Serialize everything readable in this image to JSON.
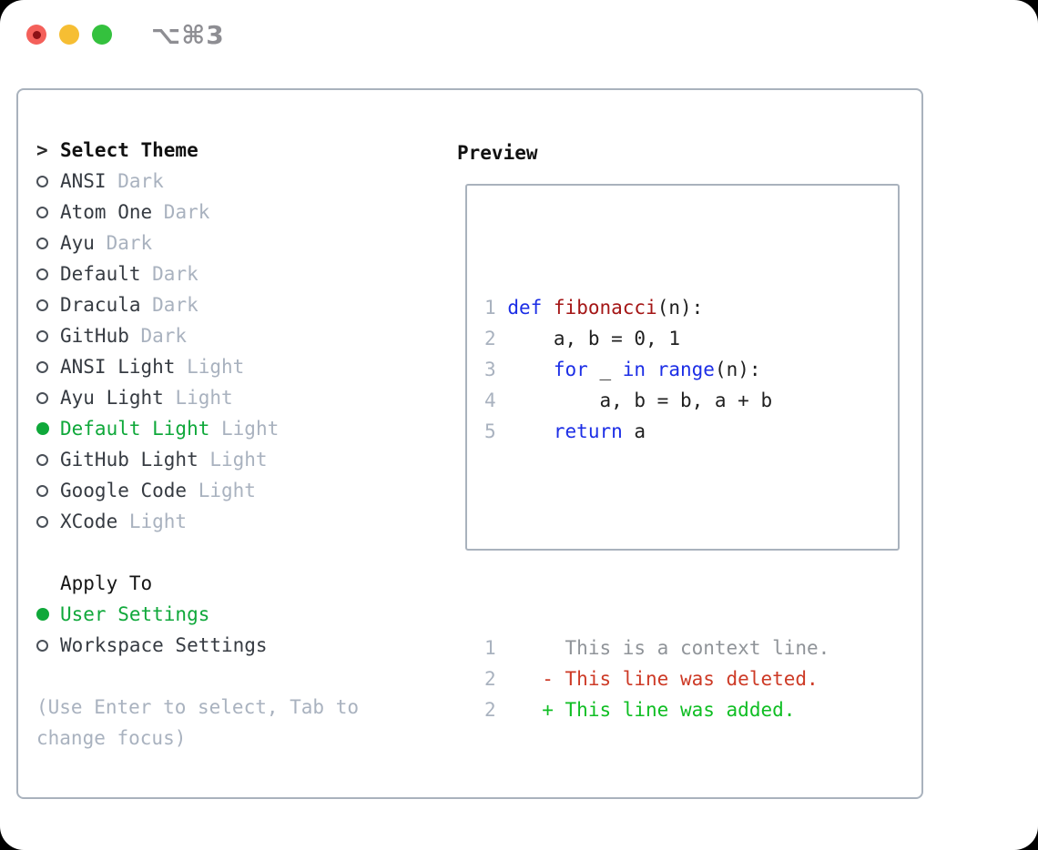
{
  "window": {
    "title": "⌥⌘3"
  },
  "titlebar": {
    "buttons": [
      {
        "name": "close"
      },
      {
        "name": "minimize"
      },
      {
        "name": "zoom"
      }
    ]
  },
  "theme_menu": {
    "header": {
      "marker": ">",
      "label": "Select Theme"
    },
    "items": [
      {
        "label": "ANSI",
        "variant": "Dark",
        "selected": false
      },
      {
        "label": "Atom One",
        "variant": "Dark",
        "selected": false
      },
      {
        "label": "Ayu",
        "variant": "Dark",
        "selected": false
      },
      {
        "label": "Default",
        "variant": "Dark",
        "selected": false
      },
      {
        "label": "Dracula",
        "variant": "Dark",
        "selected": false
      },
      {
        "label": "GitHub",
        "variant": "Dark",
        "selected": false
      },
      {
        "label": "ANSI Light",
        "variant": "Light",
        "selected": false
      },
      {
        "label": "Ayu Light",
        "variant": "Light",
        "selected": false
      },
      {
        "label": "Default Light",
        "variant": "Light",
        "selected": true
      },
      {
        "label": "GitHub Light",
        "variant": "Light",
        "selected": false
      },
      {
        "label": "Google Code",
        "variant": "Light",
        "selected": false
      },
      {
        "label": "XCode",
        "variant": "Light",
        "selected": false
      }
    ]
  },
  "apply_to": {
    "header": "Apply To",
    "options": [
      {
        "label": "User Settings",
        "selected": true
      },
      {
        "label": "Workspace Settings",
        "selected": false
      }
    ]
  },
  "hint": {
    "line1": "(Use Enter to select, Tab to",
    "line2": "change focus)"
  },
  "preview": {
    "heading": "Preview",
    "code_lines": [
      {
        "num": "1",
        "tokens": [
          {
            "c": "kw",
            "t": "def"
          },
          {
            "c": "pl",
            "t": " "
          },
          {
            "c": "fn",
            "t": "fibonacci"
          },
          {
            "c": "pl",
            "t": "(n):"
          }
        ]
      },
      {
        "num": "2",
        "tokens": [
          {
            "c": "pl",
            "t": "    a, b = 0, 1"
          }
        ]
      },
      {
        "num": "3",
        "tokens": [
          {
            "c": "pl",
            "t": "    "
          },
          {
            "c": "kw",
            "t": "for"
          },
          {
            "c": "pl",
            "t": " _ "
          },
          {
            "c": "kw",
            "t": "in"
          },
          {
            "c": "pl",
            "t": " "
          },
          {
            "c": "kw",
            "t": "range"
          },
          {
            "c": "pl",
            "t": "(n):"
          }
        ]
      },
      {
        "num": "4",
        "tokens": [
          {
            "c": "pl",
            "t": "        a, b = b, a + b"
          }
        ]
      },
      {
        "num": "5",
        "tokens": [
          {
            "c": "pl",
            "t": "    "
          },
          {
            "c": "kw",
            "t": "return"
          },
          {
            "c": "pl",
            "t": " a"
          }
        ]
      }
    ],
    "diff_lines": [
      {
        "num": "1",
        "tokens": [
          {
            "c": "ctx",
            "t": "     This is a context line."
          }
        ]
      },
      {
        "num": "2",
        "tokens": [
          {
            "c": "del",
            "t": "   - This line was deleted."
          }
        ]
      },
      {
        "num": "2",
        "tokens": [
          {
            "c": "add",
            "t": "   + This line was added."
          }
        ]
      }
    ]
  },
  "colors": {
    "accent-green": "#0fa83a",
    "keyword-blue": "#1c2ee6",
    "function-red": "#a41616",
    "diff-red": "#cd3a26",
    "diff-green": "#0fbe23",
    "context-gray": "#909499",
    "muted-gray": "#a9b2bf",
    "border-gray": "#a9b2bd",
    "ring-gray": "#4a5058",
    "text-dark": "#363b42",
    "heading-black": "#111111",
    "line-number-gray": "#a9b2bf",
    "title-gray": "#8e8e93",
    "light-red": "#f4605a",
    "light-red-dot": "#8c1216",
    "light-yellow": "#f6be33",
    "light-green": "#34c13e"
  }
}
